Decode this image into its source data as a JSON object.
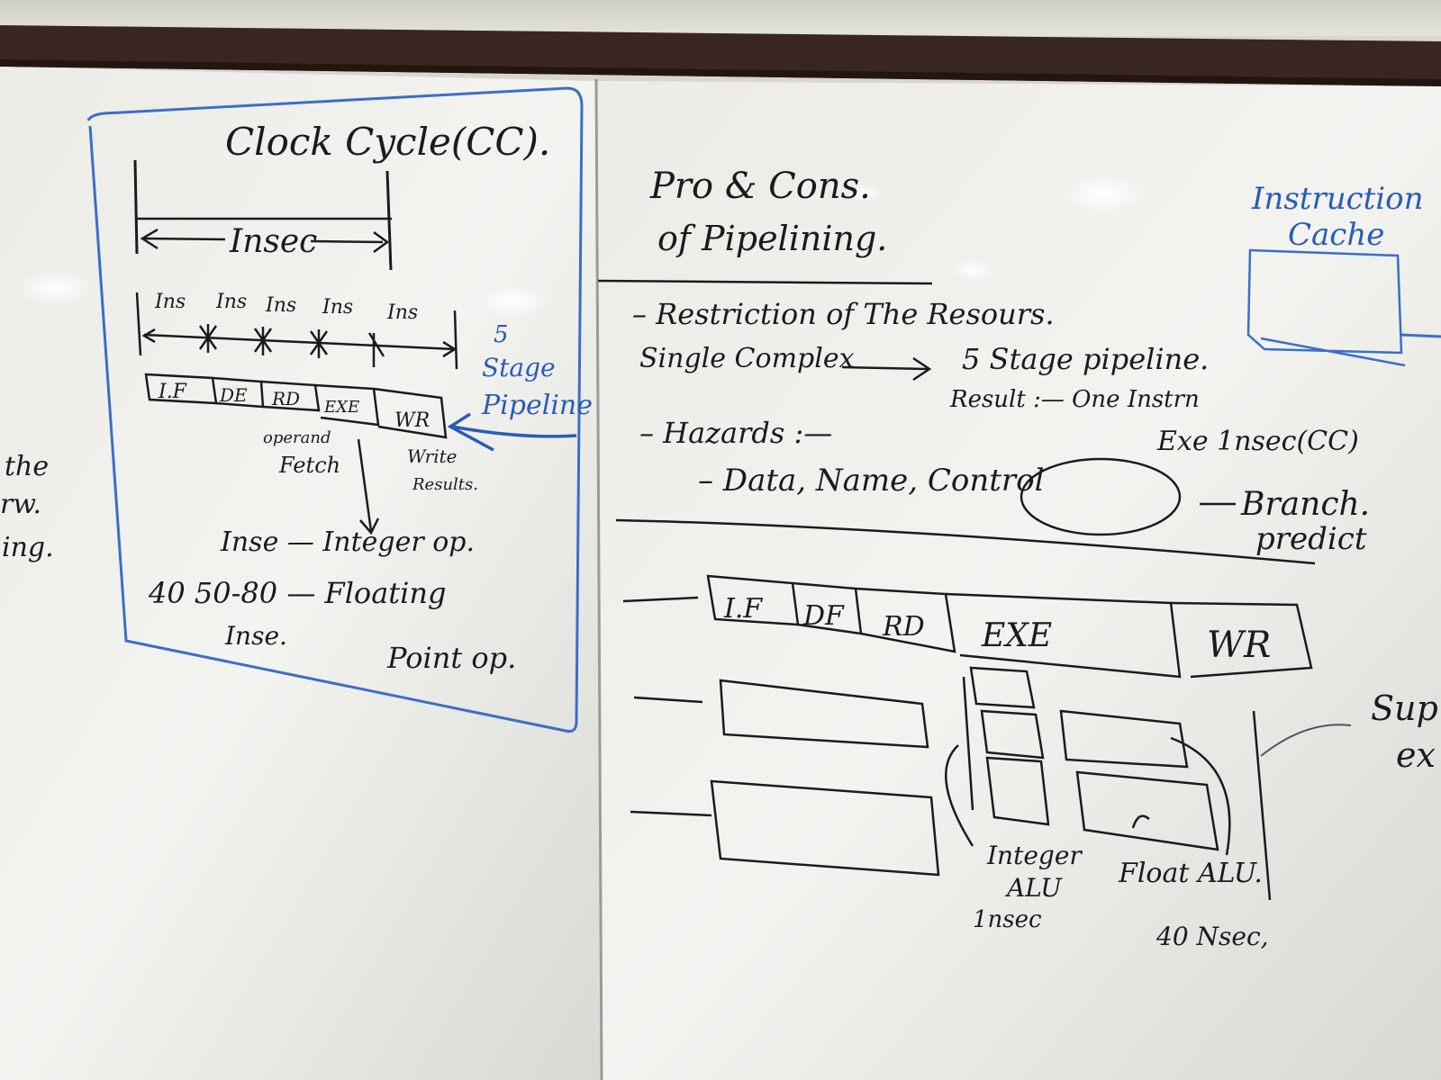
{
  "left_panel": {
    "title": "Clock Cycle(CC).",
    "timeline_label": "Insec",
    "ins_labels": [
      "Ins",
      "Ins",
      "Ins",
      "Ins",
      "Ins"
    ],
    "stages": [
      "I.F",
      "DE",
      "RD",
      "EXE",
      "WR"
    ],
    "operand_fetch": [
      "operand",
      "Fetch"
    ],
    "write_results": [
      "Write",
      "Results."
    ],
    "five_stage": [
      "5",
      "Stage",
      "Pipeline"
    ],
    "integer_line": "Inse — Integer op.",
    "fp_line1": "40 50-80 — Floating",
    "fp_line2": "Inse.",
    "fp_line3": "Point op."
  },
  "left_edge_fragments": [
    "the",
    "rw.",
    "ing."
  ],
  "right_panel": {
    "heading_line1": "Pro & Cons.",
    "heading_line2": "of Pipelining.",
    "bullet1": "– Restriction of The Resours.",
    "single_complex": "Single Complex",
    "five_stage_pipeline": "5 Stage pipeline.",
    "result_line1": "Result :— One Instrn",
    "result_line2": "Exe 1nsec(CC)",
    "hazards": "– Hazards :—",
    "hazard_types": "– Data, Name, Control",
    "branch": [
      "Branch.",
      "predict"
    ],
    "instruction_cache": [
      "Instruction",
      "Cache"
    ],
    "stages": [
      "I.F",
      "DF",
      "RD",
      "EXE",
      "WR"
    ],
    "integer_alu": [
      "Integer",
      "ALU",
      "1nsec"
    ],
    "float_alu": [
      "Float ALU.",
      "40 Nsec,"
    ],
    "edge_fragments": [
      "Sup",
      "ex"
    ]
  }
}
